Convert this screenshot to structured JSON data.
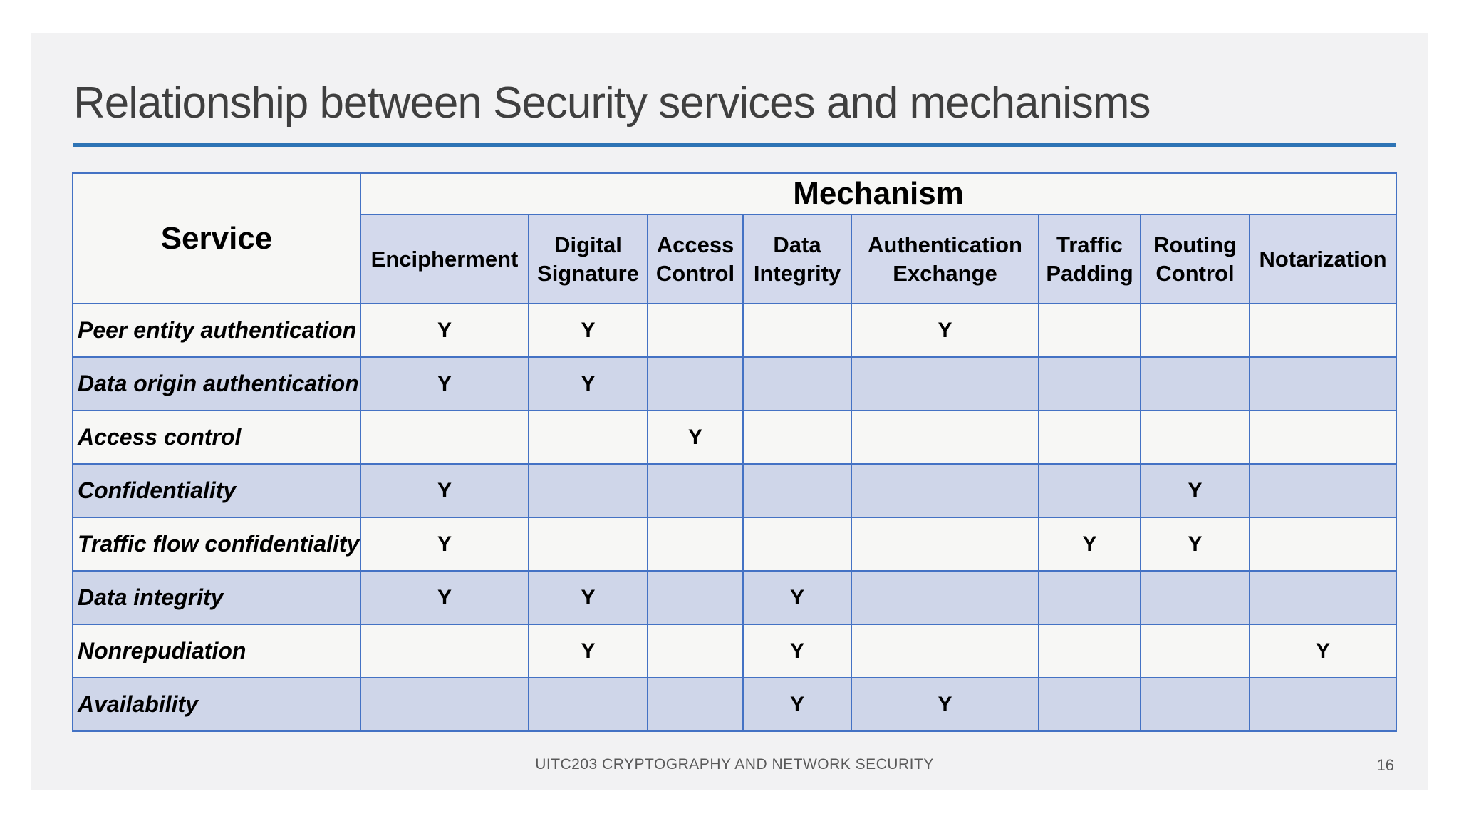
{
  "slide": {
    "title": "Relationship between Security services and mechanisms",
    "footer": "UITC203 CRYPTOGRAPHY AND NETWORK SECURITY",
    "page_number": "16"
  },
  "colors": {
    "slide_background": "#f2f2f3",
    "title_text": "#3f3f3f",
    "title_rule": "#2e74b5",
    "table_border": "#4472c4",
    "header_cell_bg": "#d3d9ec",
    "row_light_bg": "#f7f7f5",
    "row_lavender_bg": "#cfd6e9",
    "footer_text": "#595959",
    "cell_text": "#000000"
  },
  "table": {
    "service_header": "Service",
    "mechanism_header": "Mechanism",
    "columns": [
      "Encipherment",
      "Digital Signature",
      "Access Control",
      "Data Integrity",
      "Authentication Exchange",
      "Traffic Padding",
      "Routing Control",
      "Notarization"
    ],
    "rows": [
      {
        "service": "Peer entity authentication",
        "marks": [
          "Y",
          "Y",
          "",
          "",
          "Y",
          "",
          "",
          ""
        ]
      },
      {
        "service": "Data origin authentication",
        "marks": [
          "Y",
          "Y",
          "",
          "",
          "",
          "",
          "",
          ""
        ]
      },
      {
        "service": "Access control",
        "marks": [
          "",
          "",
          "Y",
          "",
          "",
          "",
          "",
          ""
        ]
      },
      {
        "service": "Confidentiality",
        "marks": [
          "Y",
          "",
          "",
          "",
          "",
          "",
          "Y",
          ""
        ]
      },
      {
        "service": "Traffic flow confidentiality",
        "marks": [
          "Y",
          "",
          "",
          "",
          "",
          "Y",
          "Y",
          ""
        ]
      },
      {
        "service": "Data integrity",
        "marks": [
          "Y",
          "Y",
          "",
          "Y",
          "",
          "",
          "",
          ""
        ]
      },
      {
        "service": "Nonrepudiation",
        "marks": [
          "",
          "Y",
          "",
          "Y",
          "",
          "",
          "",
          "Y"
        ]
      },
      {
        "service": "Availability",
        "marks": [
          "",
          "",
          "",
          "Y",
          "Y",
          "",
          "",
          ""
        ]
      }
    ]
  }
}
